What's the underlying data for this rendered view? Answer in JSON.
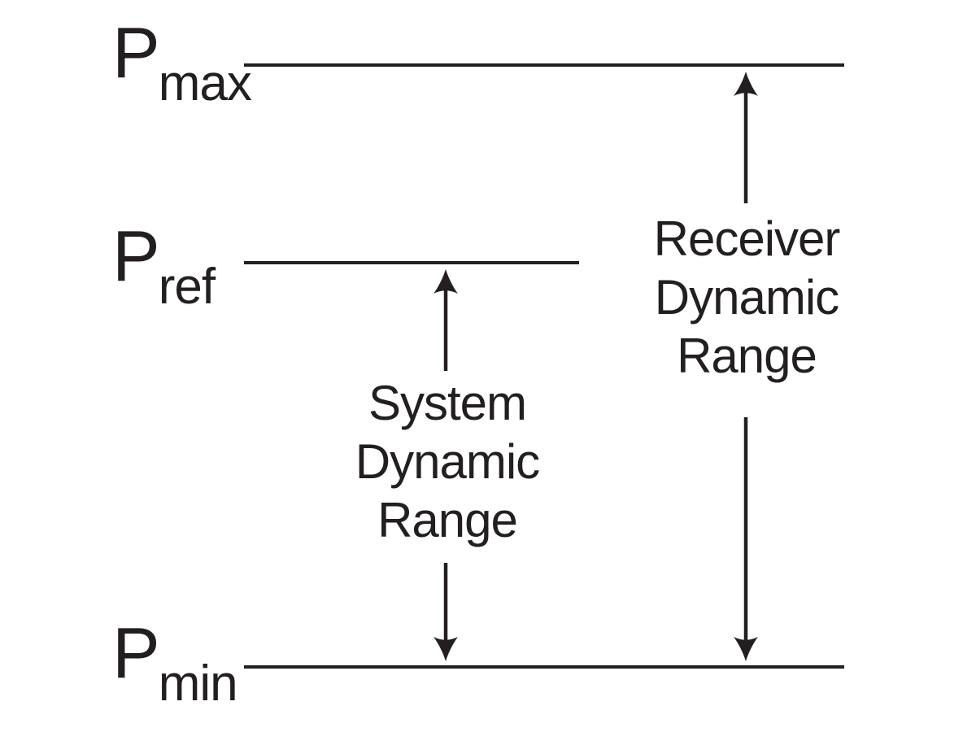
{
  "diagram": {
    "ink_color": "#231f20",
    "background_color": "#ffffff",
    "power_levels": [
      {
        "symbol": "P",
        "subscript": "max"
      },
      {
        "symbol": "P",
        "subscript": "ref"
      },
      {
        "symbol": "P",
        "subscript": "min"
      }
    ],
    "range_labels": [
      {
        "lines": [
          "System",
          "Dynamic",
          "Range"
        ]
      },
      {
        "lines": [
          "Receiver",
          "Dynamic",
          "Range"
        ]
      }
    ]
  }
}
